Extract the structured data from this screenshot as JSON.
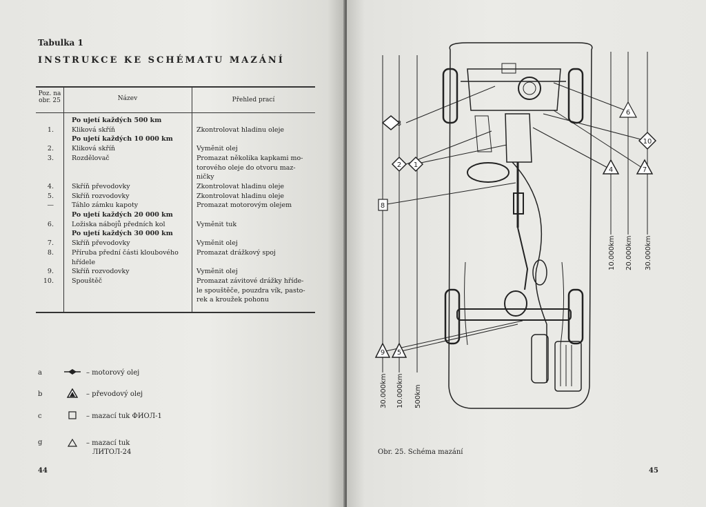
{
  "left": {
    "table_label": "Tabulka 1",
    "title": "INSTRUKCE KE SCHÉMATU MAZÁNÍ",
    "headers": {
      "pos_line1": "Poz. na",
      "pos_line2": "obr. 25",
      "name": "Název",
      "work": "Přehled prací"
    },
    "rows": [
      {
        "kind": "section",
        "name": "Po ujetí každých 500 km"
      },
      {
        "num": "1.",
        "name": "Kliková skříň",
        "work": "Zkontrolovat hladinu oleje"
      },
      {
        "kind": "section",
        "name": "Po ujetí každých 10 000 km"
      },
      {
        "num": "2.",
        "name": "Kliková skříň",
        "work": "Vyměnit olej"
      },
      {
        "num": "3.",
        "name": "Rozdělovač",
        "work": "Promazat několika kapkami mo-"
      },
      {
        "num": "",
        "name": "",
        "work": "torového oleje do otvoru maz-"
      },
      {
        "num": "",
        "name": "",
        "work": "ničky"
      },
      {
        "num": "4.",
        "name": "Skříň převodovky",
        "work": "Zkontrolovat hladinu oleje"
      },
      {
        "num": "5.",
        "name": "Skříň rozvodovky",
        "work": "Zkontrolovat hladinu oleje"
      },
      {
        "num": "—",
        "name": "Táhlo zámku kapoty",
        "work": "Promazat motorovým olejem"
      },
      {
        "kind": "section",
        "name": "Po ujetí každých 20 000 km"
      },
      {
        "num": "6.",
        "name": "Ložiska nábojů předních kol",
        "work": "Vyměnit tuk"
      },
      {
        "kind": "section",
        "name": "Po ujetí každých 30 000 km"
      },
      {
        "num": "7.",
        "name": "Skříň převodovky",
        "work": "Vyměnit olej"
      },
      {
        "num": "8.",
        "name": "Příruba přední části kloubového",
        "work": "Promazat drážkový spoj"
      },
      {
        "num": "",
        "name": "hřídele",
        "work": ""
      },
      {
        "num": "9.",
        "name": "Skříň rozvodovky",
        "work": "Vyměnit olej"
      },
      {
        "num": "10.",
        "name": "Spouštěč",
        "work": "Promazat závitové drážky hříde-"
      },
      {
        "num": "",
        "name": "",
        "work": "le spouštěče, pouzdra vík, pasto-"
      },
      {
        "num": "",
        "name": "",
        "work": "rek a kroužek pohonu"
      }
    ],
    "legend": [
      {
        "letter": "a",
        "symbol": "diamond-filled",
        "text": "– motorový olej"
      },
      {
        "letter": "b",
        "symbol": "triangle-filled",
        "text": "– převodový olej"
      },
      {
        "letter": "c",
        "symbol": "square",
        "text": "– mazací tuk ФИОЛ-1"
      },
      {
        "letter": "g",
        "symbol": "triangle",
        "text": "– mazací tuk",
        "text2": "ЛИТОЛ-24"
      }
    ],
    "page_number": "44"
  },
  "right": {
    "caption": "Obr. 25. Schéma mazání",
    "page_number": "45",
    "left_interval_labels": [
      "30.000km",
      "10.000km",
      "500km"
    ],
    "right_interval_labels": [
      "10.000km",
      "20.000km",
      "30.000km"
    ],
    "markers": [
      "3",
      "2",
      "1",
      "8",
      "9",
      "5",
      "6",
      "10",
      "4",
      "7"
    ]
  }
}
